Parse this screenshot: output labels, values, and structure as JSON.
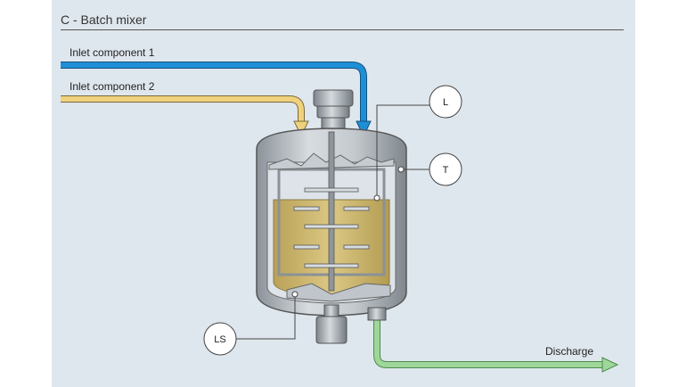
{
  "title": "C - Batch mixer",
  "inlets": [
    {
      "label": "Inlet component 1"
    },
    {
      "label": "Inlet component 2"
    }
  ],
  "outlet": {
    "label": "Discharge"
  },
  "instruments": {
    "level": "L",
    "temperature": "T",
    "level_switch": "LS"
  },
  "colors": {
    "background": "#dfe7ee",
    "inlet1": "#1e8fd6",
    "inlet2": "#f0d27e",
    "discharge": "#9fd79a",
    "liquid": "#c9b46a",
    "vessel": "#9aa1a8"
  }
}
